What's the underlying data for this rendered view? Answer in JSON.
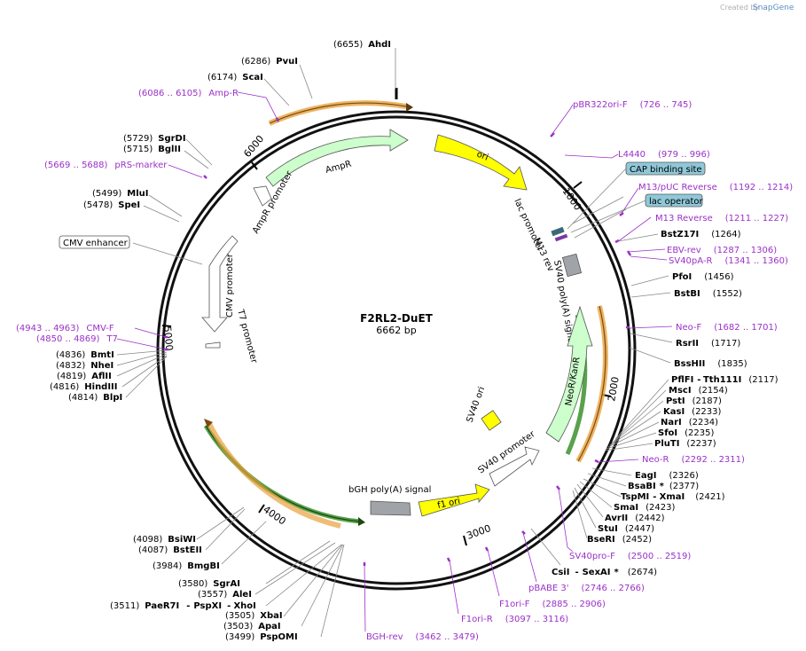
{
  "credit": "Created by",
  "brand": "SnapGene",
  "plasmid": {
    "name": "F2RL2-DuET",
    "length": "6662 bp"
  },
  "ticks": [
    "1000",
    "2000",
    "3000",
    "4000",
    "5000",
    "6000"
  ],
  "features": {
    "ori": "ori",
    "ampr": "AmpR",
    "ampr_promoter": "AmpR promoter",
    "cmv_promoter": "CMV promoter",
    "t7_promoter": "T7 promoter",
    "lac_promoter": "lac promoter",
    "m13_rev": "M13 rev",
    "sv40_polya": "SV40 poly(A) signal",
    "neor": "NeoR/KanR",
    "sv40_ori": "SV40 ori",
    "sv40_promoter": "SV40 promoter",
    "f1_ori": "f1 ori",
    "bgh": "bGH poly(A) signal"
  },
  "boxed": {
    "cmv_enhancer": "CMV enhancer",
    "cap_site": "CAP binding site",
    "lac_operator": "lac operator"
  },
  "right_labels": [
    {
      "name": "pBR322ori-F",
      "pos": "(726 .. 745)",
      "primer": true
    },
    {
      "name": "L4440",
      "pos": "(979 .. 996)",
      "primer": true
    },
    {
      "name": "M13/pUC Reverse",
      "pos": "(1192 .. 1214)",
      "primer": true
    },
    {
      "name": "M13 Reverse",
      "pos": "(1211 .. 1227)",
      "primer": true
    },
    {
      "name": "BstZ17I",
      "pos": "(1264)",
      "primer": false
    },
    {
      "name": "EBV-rev",
      "pos": "(1287 .. 1306)",
      "primer": true
    },
    {
      "name": "SV40pA-R",
      "pos": "(1341 .. 1360)",
      "primer": true
    },
    {
      "name": "PfoI",
      "pos": "(1456)",
      "primer": false
    },
    {
      "name": "BstBI",
      "pos": "(1552)",
      "primer": false
    },
    {
      "name": "Neo-F",
      "pos": "(1682 .. 1701)",
      "primer": true
    },
    {
      "name": "RsrII",
      "pos": "(1717)",
      "primer": false
    },
    {
      "name": "BssHII",
      "pos": "(1835)",
      "primer": false
    },
    {
      "name": "PflFI",
      "name2": "Tth111I",
      "pos": "(2117)",
      "primer": false
    },
    {
      "name": "MscI",
      "pos": "(2154)",
      "primer": false
    },
    {
      "name": "PstI",
      "pos": "(2187)",
      "primer": false
    },
    {
      "name": "KasI",
      "pos": "(2233)",
      "primer": false
    },
    {
      "name": "NarI",
      "pos": "(2234)",
      "primer": false
    },
    {
      "name": "SfoI",
      "pos": "(2235)",
      "primer": false
    },
    {
      "name": "PluTI",
      "pos": "(2237)",
      "primer": false
    },
    {
      "name": "Neo-R",
      "pos": "(2292 .. 2311)",
      "primer": true
    },
    {
      "name": "EagI",
      "pos": "(2326)",
      "primer": false
    },
    {
      "name": "BsaBI",
      "star": "*",
      "pos": "(2377)",
      "primer": false
    },
    {
      "name": "TspMI",
      "name2": "XmaI",
      "pos": "(2421)",
      "primer": false
    },
    {
      "name": "SmaI",
      "pos": "(2423)",
      "primer": false
    },
    {
      "name": "AvrII",
      "pos": "(2442)",
      "primer": false
    },
    {
      "name": "StuI",
      "pos": "(2447)",
      "primer": false
    },
    {
      "name": "BseRI",
      "pos": "(2452)",
      "primer": false
    },
    {
      "name": "SV40pro-F",
      "pos": "(2500 .. 2519)",
      "primer": true
    },
    {
      "name": "CsiI",
      "name2": "SexAI",
      "star": "*",
      "pos": "(2674)",
      "primer": false
    },
    {
      "name": "pBABE 3'",
      "pos": "(2746 .. 2766)",
      "primer": true
    },
    {
      "name": "F1ori-F",
      "pos": "(2885 .. 2906)",
      "primer": true
    },
    {
      "name": "F1ori-R",
      "pos": "(3097 .. 3116)",
      "primer": true
    },
    {
      "name": "BGH-rev",
      "pos": "(3462 .. 3479)",
      "primer": true
    }
  ],
  "left_labels": [
    {
      "name": "AhdI",
      "pos": "(6655)",
      "primer": false
    },
    {
      "name": "PvuI",
      "pos": "(6286)",
      "primer": false
    },
    {
      "name": "ScaI",
      "pos": "(6174)",
      "primer": false
    },
    {
      "name": "Amp-R",
      "pos": "(6086 .. 6105)",
      "primer": true
    },
    {
      "name": "SgrDI",
      "pos": "(5729)",
      "primer": false
    },
    {
      "name": "BglII",
      "pos": "(5715)",
      "primer": false
    },
    {
      "name": "pRS-marker",
      "pos": "(5669 .. 5688)",
      "primer": true
    },
    {
      "name": "MluI",
      "pos": "(5499)",
      "primer": false
    },
    {
      "name": "SpeI",
      "pos": "(5478)",
      "primer": false
    },
    {
      "name": "CMV-F",
      "pos": "(4943 .. 4963)",
      "primer": true
    },
    {
      "name": "T7",
      "pos": "(4850 .. 4869)",
      "primer": true
    },
    {
      "name": "BmtI",
      "pos": "(4836)",
      "primer": false
    },
    {
      "name": "NheI",
      "pos": "(4832)",
      "primer": false
    },
    {
      "name": "AflII",
      "pos": "(4819)",
      "primer": false
    },
    {
      "name": "HindIII",
      "pos": "(4816)",
      "primer": false
    },
    {
      "name": "BlpI",
      "pos": "(4814)",
      "primer": false
    },
    {
      "name": "BsiWI",
      "pos": "(4098)",
      "primer": false
    },
    {
      "name": "BstEII",
      "pos": "(4087)",
      "primer": false
    },
    {
      "name": "BmgBI",
      "pos": "(3984)",
      "primer": false
    },
    {
      "name": "SgrAI",
      "pos": "(3580)",
      "primer": false
    },
    {
      "name": "AleI",
      "pos": "(3557)",
      "primer": false
    },
    {
      "name": "PaeR7I",
      "name2": "PspXI",
      "name3": "XhoI",
      "pos": "(3511)",
      "primer": false
    },
    {
      "name": "XbaI",
      "pos": "(3505)",
      "primer": false
    },
    {
      "name": "ApaI",
      "pos": "(3503)",
      "primer": false
    },
    {
      "name": "PspOMI",
      "pos": "(3499)",
      "primer": false
    }
  ],
  "colors": {
    "ori": "#ffff00",
    "ampr": "#ccffcc",
    "primer": "#9b30c8",
    "orange": "#e8a13c",
    "green": "#2e8b1f",
    "gray": "#a0a4a8",
    "cap_box": "#8fc8d8"
  }
}
